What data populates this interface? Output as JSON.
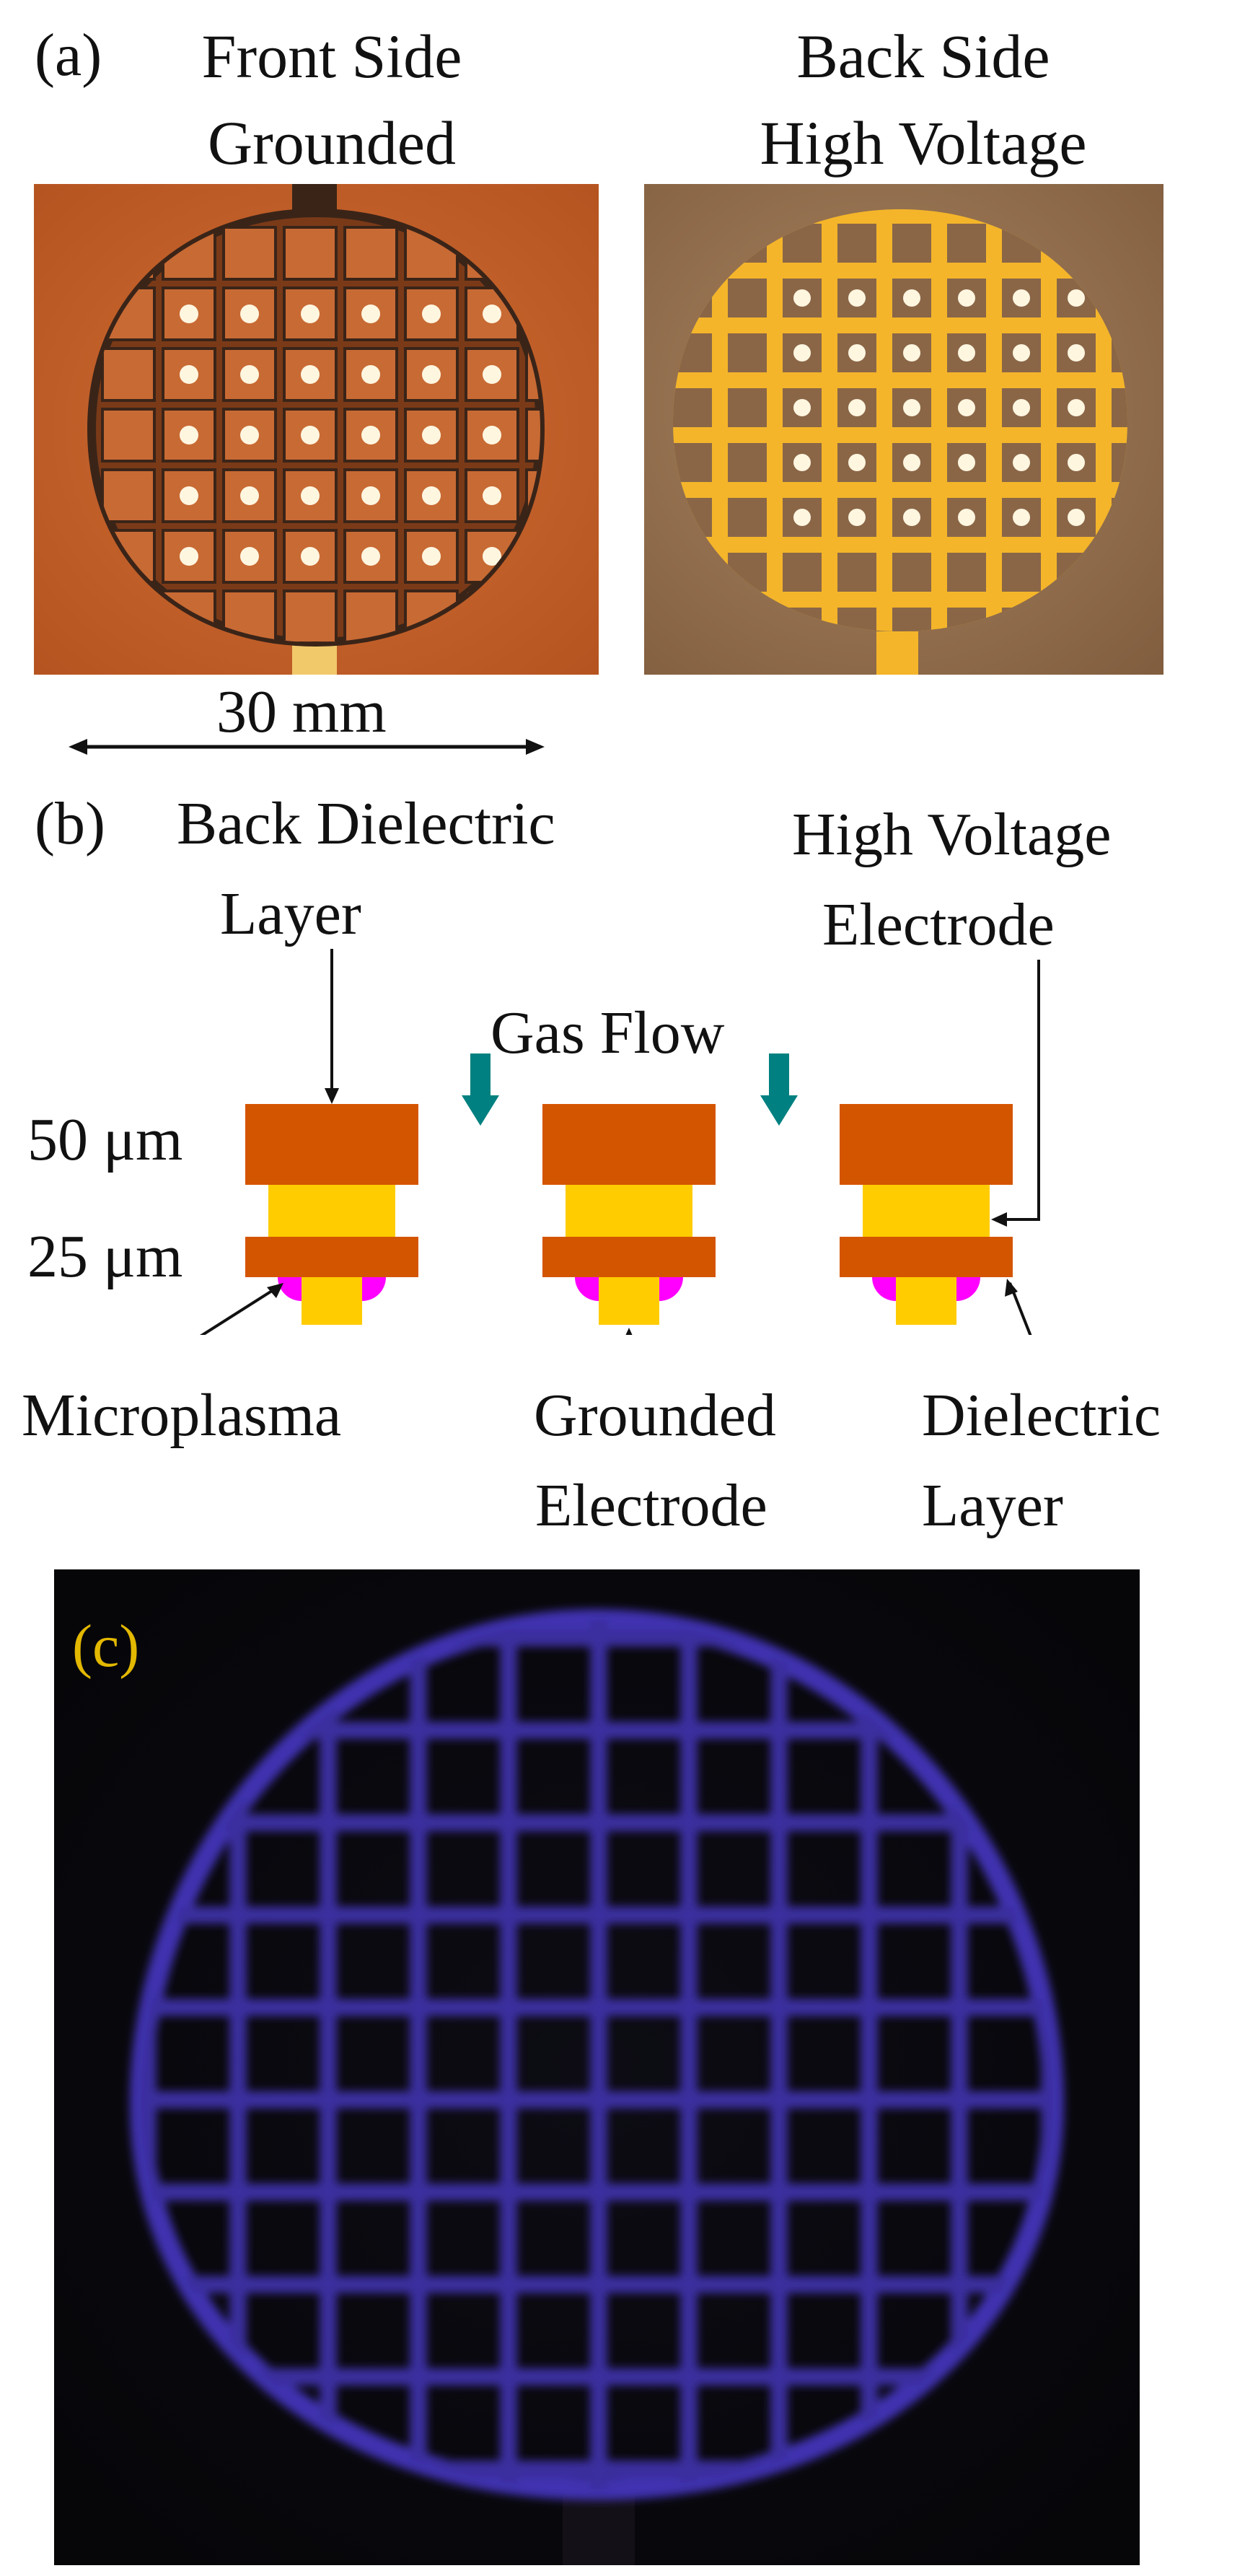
{
  "panel_a": {
    "letter": "(a)",
    "front_title_1": "Front Side",
    "front_title_2": "Grounded",
    "back_title_1": "Back Side",
    "back_title_2": "High Voltage",
    "scale_label": "30 mm",
    "colors": {
      "front_substrate": "#c8642e",
      "front_grid": "#3a2418",
      "back_background": "#8e6a49",
      "back_grid": "#f4b52a",
      "hole": "#fff6e0"
    }
  },
  "panel_b": {
    "letter": "(b)",
    "back_dielectric_1": "Back Dielectric",
    "back_dielectric_2": "Layer",
    "hv_electrode_1": "High Voltage",
    "hv_electrode_2": "Electrode",
    "gas_flow": "Gas Flow",
    "thickness_50": "50 μm",
    "thickness_25": "25 μm",
    "microplasma": "Microplasma",
    "grounded_1": "Grounded",
    "grounded_2": "Electrode",
    "dielectric_1": "Dielectric",
    "dielectric_2": "Layer",
    "colors": {
      "dielectric": "#d45500",
      "electrode": "#ffcc00",
      "microplasma": "#ff00ff",
      "gas_arrow": "#008080"
    }
  },
  "panel_c": {
    "letter": "(c)",
    "colors": {
      "background": "#0b0b10",
      "glow": "#3b2f9e",
      "letter": "#e3b800"
    }
  }
}
